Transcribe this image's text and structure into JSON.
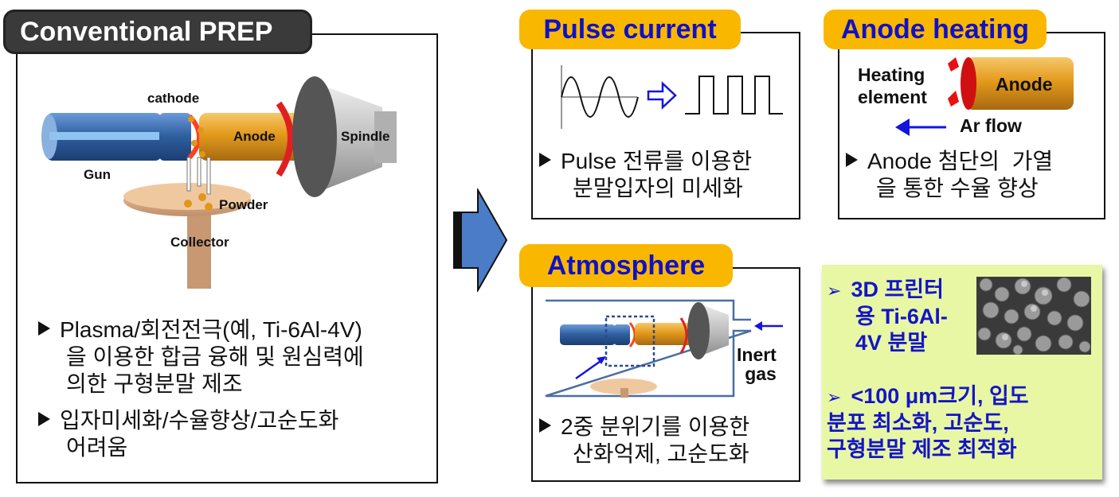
{
  "conventional": {
    "title": "Conventional PREP",
    "labels": {
      "cathode": "cathode",
      "gun": "Gun",
      "anode": "Anode",
      "spindle": "Spindle",
      "powder": "Powder",
      "collector": "Collector"
    },
    "bullets": [
      {
        "line1": "Plasma/회전전극(예, Ti-6Al-4V)",
        "line2": "을 이용한 합금 융해 및 원심력에",
        "line3": "의한 구형분말 제조"
      },
      {
        "line1": "입자미세화/수율향상/고순도화",
        "line2": "어려움"
      }
    ]
  },
  "pulse": {
    "title": "Pulse current",
    "bullet_line1": "Pulse 전류를 이용한",
    "bullet_line2": "분말입자의 미세화"
  },
  "anode_heating": {
    "title": "Anode heating",
    "heating_line1": "Heating",
    "heating_line2": "element",
    "anode_label": "Anode",
    "ar_flow": "Ar flow",
    "bullet_line1": "Anode 첨단의  가열",
    "bullet_line2": "을 통한 수율 향상"
  },
  "atmosphere": {
    "title": "Atmosphere",
    "inert_line1": "Inert",
    "inert_line2": "gas",
    "bullet_line1": "2중 분위기를 이용한",
    "bullet_line2": "산화억제, 고순도화"
  },
  "result": {
    "item1_line1": "3D 프린터",
    "item1_line2": "용 Ti-6Al-",
    "item1_line3": "4V 분말",
    "item2_line1": "<100 μm크기, 입도",
    "item2_line2": "분포 최소화, 고순도,",
    "item2_line3": "구형분말 제조 최적화"
  },
  "colors": {
    "title_blue": "#1010c8",
    "tab_yellow": "#f9b700",
    "result_bg": "#e8f7a4",
    "anode_gold": "#e8a020",
    "gun_blue": "#3a6fb0",
    "arrow_blue": "#4a7cc8"
  }
}
